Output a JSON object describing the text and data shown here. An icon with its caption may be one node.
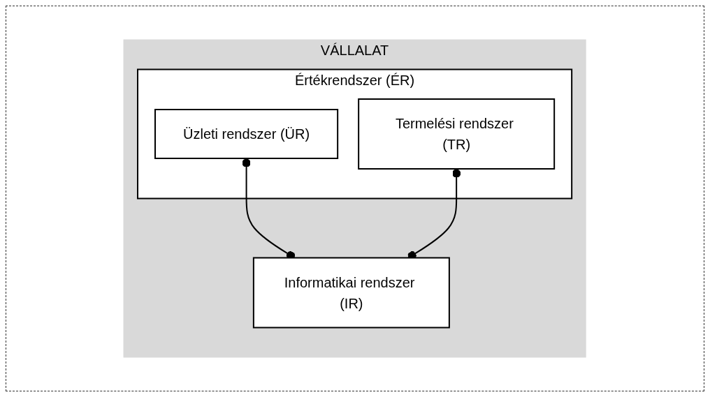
{
  "diagram": {
    "nodes": [
      {
        "text": [
          "VÁLLALAT"
        ]
      },
      {
        "text": [
          "Értékrendszer (ÉR)"
        ],
        "in": 0
      },
      {
        "text": [
          "Üzleti rendszer (ÜR)"
        ],
        "in": 1
      },
      {
        "text": [
          "Termelési rendszer (TR)"
        ],
        "in": 1
      },
      {
        "text": [
          "Informatikai rendszer (IR)"
        ],
        "in": 0
      }
    ],
    "edges": [
      {
        "from": 2,
        "to": 4,
        "arrow": "other"
      },
      {
        "from": 3,
        "to": 4,
        "arrow": "other"
      }
    ]
  }
}
